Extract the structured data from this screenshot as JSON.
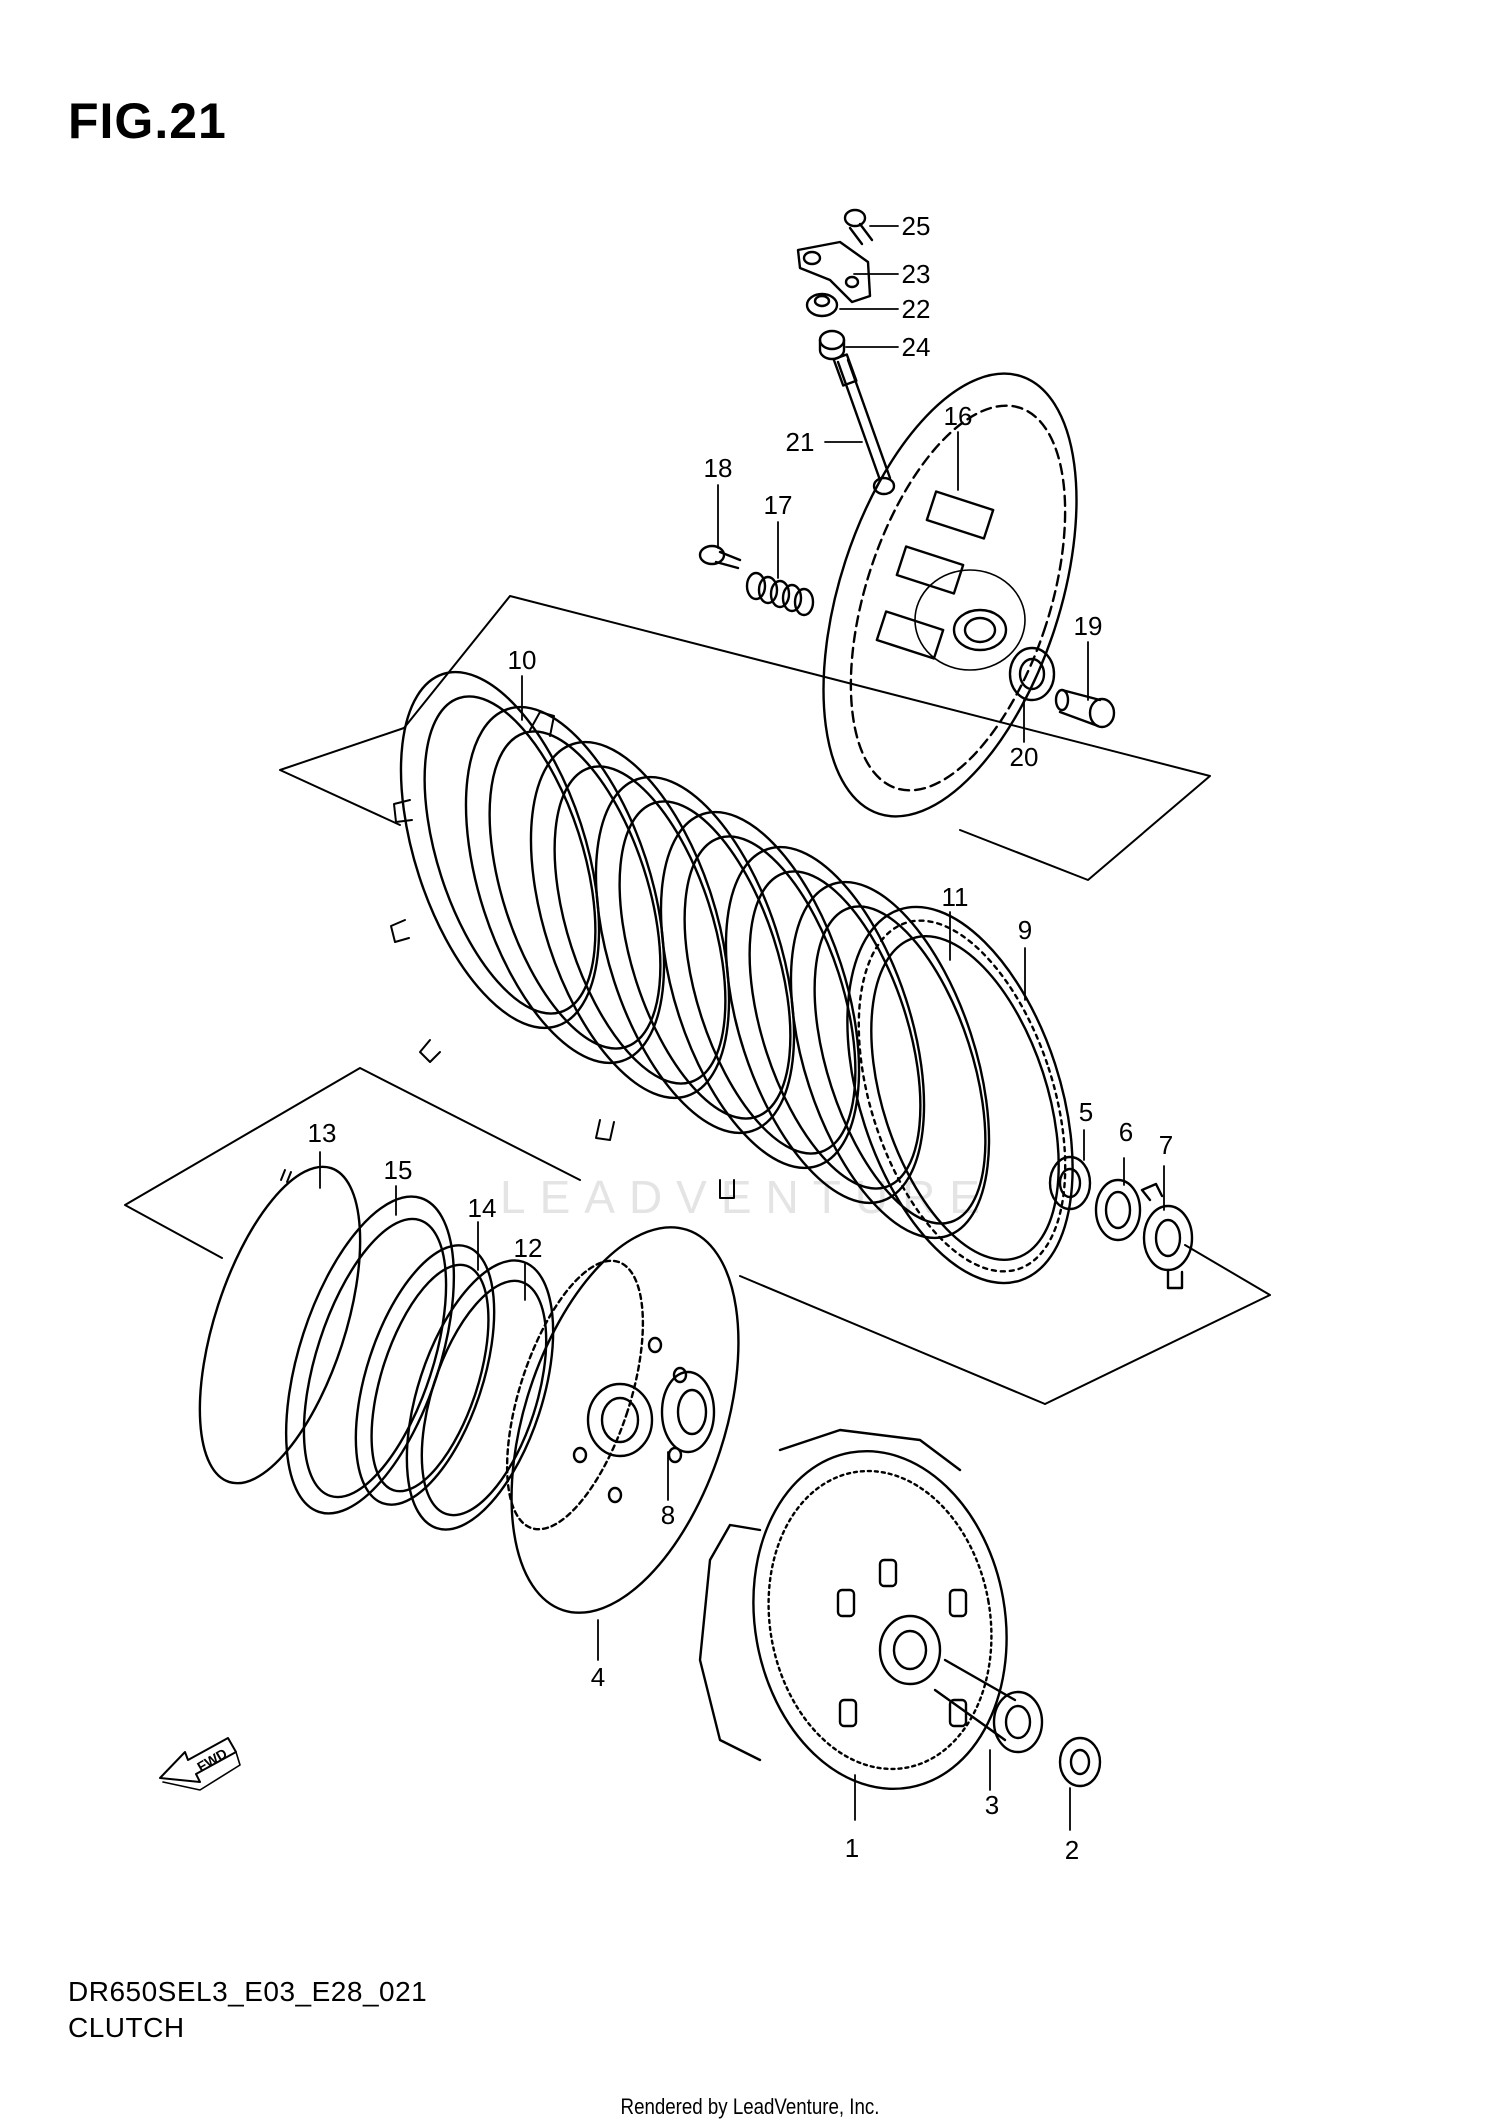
{
  "figure": {
    "title": "FIG.21",
    "model_code": "DR650SEL3_E03_E28_021",
    "section_name": "CLUTCH",
    "credit": "Rendered by LeadVenture, Inc.",
    "watermark": "LEADVENTURE",
    "fwd_label": "FWD"
  },
  "callouts": [
    {
      "id": "1",
      "label": "1"
    },
    {
      "id": "2",
      "label": "2"
    },
    {
      "id": "3",
      "label": "3"
    },
    {
      "id": "4",
      "label": "4"
    },
    {
      "id": "5",
      "label": "5"
    },
    {
      "id": "6",
      "label": "6"
    },
    {
      "id": "7",
      "label": "7"
    },
    {
      "id": "8",
      "label": "8"
    },
    {
      "id": "9",
      "label": "9"
    },
    {
      "id": "10",
      "label": "10"
    },
    {
      "id": "11",
      "label": "11"
    },
    {
      "id": "12",
      "label": "12"
    },
    {
      "id": "13",
      "label": "13"
    },
    {
      "id": "14",
      "label": "14"
    },
    {
      "id": "15",
      "label": "15"
    },
    {
      "id": "16",
      "label": "16"
    },
    {
      "id": "17",
      "label": "17"
    },
    {
      "id": "18",
      "label": "18"
    },
    {
      "id": "19",
      "label": "19"
    },
    {
      "id": "20",
      "label": "20"
    },
    {
      "id": "21",
      "label": "21"
    },
    {
      "id": "22",
      "label": "22"
    },
    {
      "id": "23",
      "label": "23"
    },
    {
      "id": "24",
      "label": "24"
    },
    {
      "id": "25",
      "label": "25"
    }
  ],
  "colors": {
    "ink": "#000000",
    "paper": "#ffffff",
    "watermark": "#e4e4e4"
  }
}
